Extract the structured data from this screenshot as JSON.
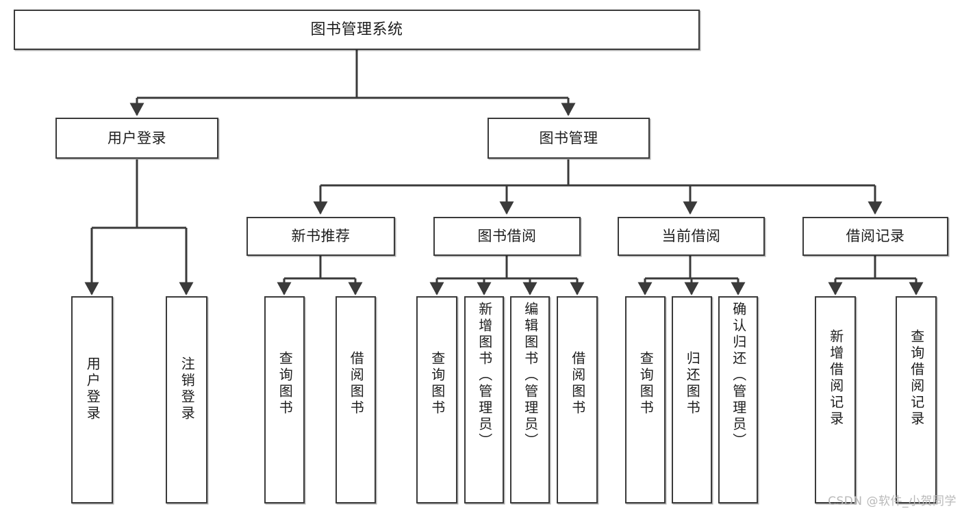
{
  "diagram": {
    "title": "图书管理系统",
    "root": {
      "label": "图书管理系统"
    },
    "level1": [
      {
        "label": "用户登录"
      },
      {
        "label": "图书管理"
      }
    ],
    "level2": [
      {
        "label": "新书推荐"
      },
      {
        "label": "图书借阅"
      },
      {
        "label": "当前借阅"
      },
      {
        "label": "借阅记录"
      }
    ],
    "leaves": {
      "user_login": [
        {
          "label": "用户登录"
        },
        {
          "label": "注销登录"
        }
      ],
      "new_book_recommend": [
        {
          "label": "查询图书"
        },
        {
          "label": "借阅图书"
        }
      ],
      "book_borrow": [
        {
          "label": "查询图书"
        },
        {
          "label": "新增图书（管理员）"
        },
        {
          "label": "编辑图书（管理员）"
        },
        {
          "label": "借阅图书"
        }
      ],
      "current_borrow": [
        {
          "label": "查询图书"
        },
        {
          "label": "归还图书"
        },
        {
          "label": "确认归还（管理员）"
        }
      ],
      "borrow_record": [
        {
          "label": "新增借阅记录"
        },
        {
          "label": "查询借阅记录"
        }
      ]
    }
  },
  "watermark": {
    "text": "CSDN @软件_小贺同学"
  },
  "colors": {
    "border": "#3a3a3a",
    "text": "#1d1d1d",
    "background": "#ffffff",
    "watermark": "#b9b9b9"
  }
}
